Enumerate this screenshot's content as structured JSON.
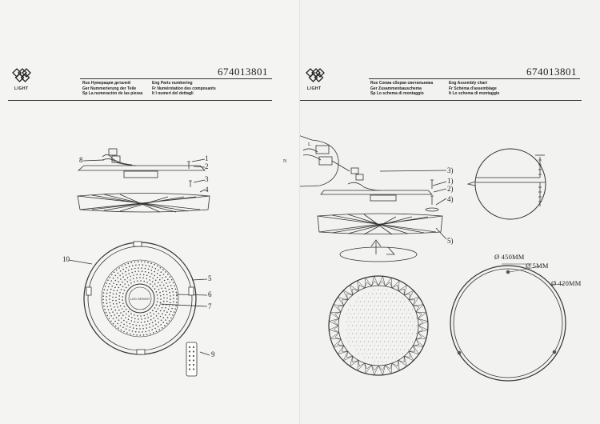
{
  "left_page": {
    "brand": "LIGHT",
    "model_code": "674013801",
    "title_lines": [
      [
        "Rus",
        "Нумерация деталей"
      ],
      [
        "Ger",
        "Nummerierung der Teile"
      ],
      [
        "Sp",
        "La numeración de las piezas"
      ]
    ],
    "title_lines_right": [
      [
        "Eng",
        "Parts numbering"
      ],
      [
        "Fr",
        "Numérotation des composants"
      ],
      [
        "It",
        "I numeri del dettagli"
      ]
    ],
    "part_labels": {
      "p1": "1",
      "p2": "2",
      "p3": "3",
      "p4": "4",
      "p5": "5",
      "p6": "6",
      "p7": "7",
      "p8": "8",
      "p9": "9",
      "p10": "10"
    },
    "panel_text": "LED DRIVER"
  },
  "right_page": {
    "brand": "LIGHT",
    "model_code": "674013801",
    "title_lines": [
      [
        "Rus",
        "Схема сборки светильника"
      ],
      [
        "Ger",
        "Zusammenbauschema"
      ],
      [
        "Sp",
        "Lo schema di montaggio"
      ]
    ],
    "title_lines_right": [
      [
        "Eng",
        "Assembly chart"
      ],
      [
        "Fr",
        "Schéma d'assemblage"
      ],
      [
        "It",
        "Lo schema di montaggio"
      ]
    ],
    "step_labels": {
      "s1": "1)",
      "s2": "2)",
      "s3": "3)",
      "s4": "4)",
      "s5": "5)"
    },
    "dimensions": {
      "outer": "Ø 450MM",
      "hole": "Ø 5MM",
      "inner": "Ø 420MM"
    },
    "wire_marks": {
      "n": "N",
      "l": "L"
    }
  }
}
